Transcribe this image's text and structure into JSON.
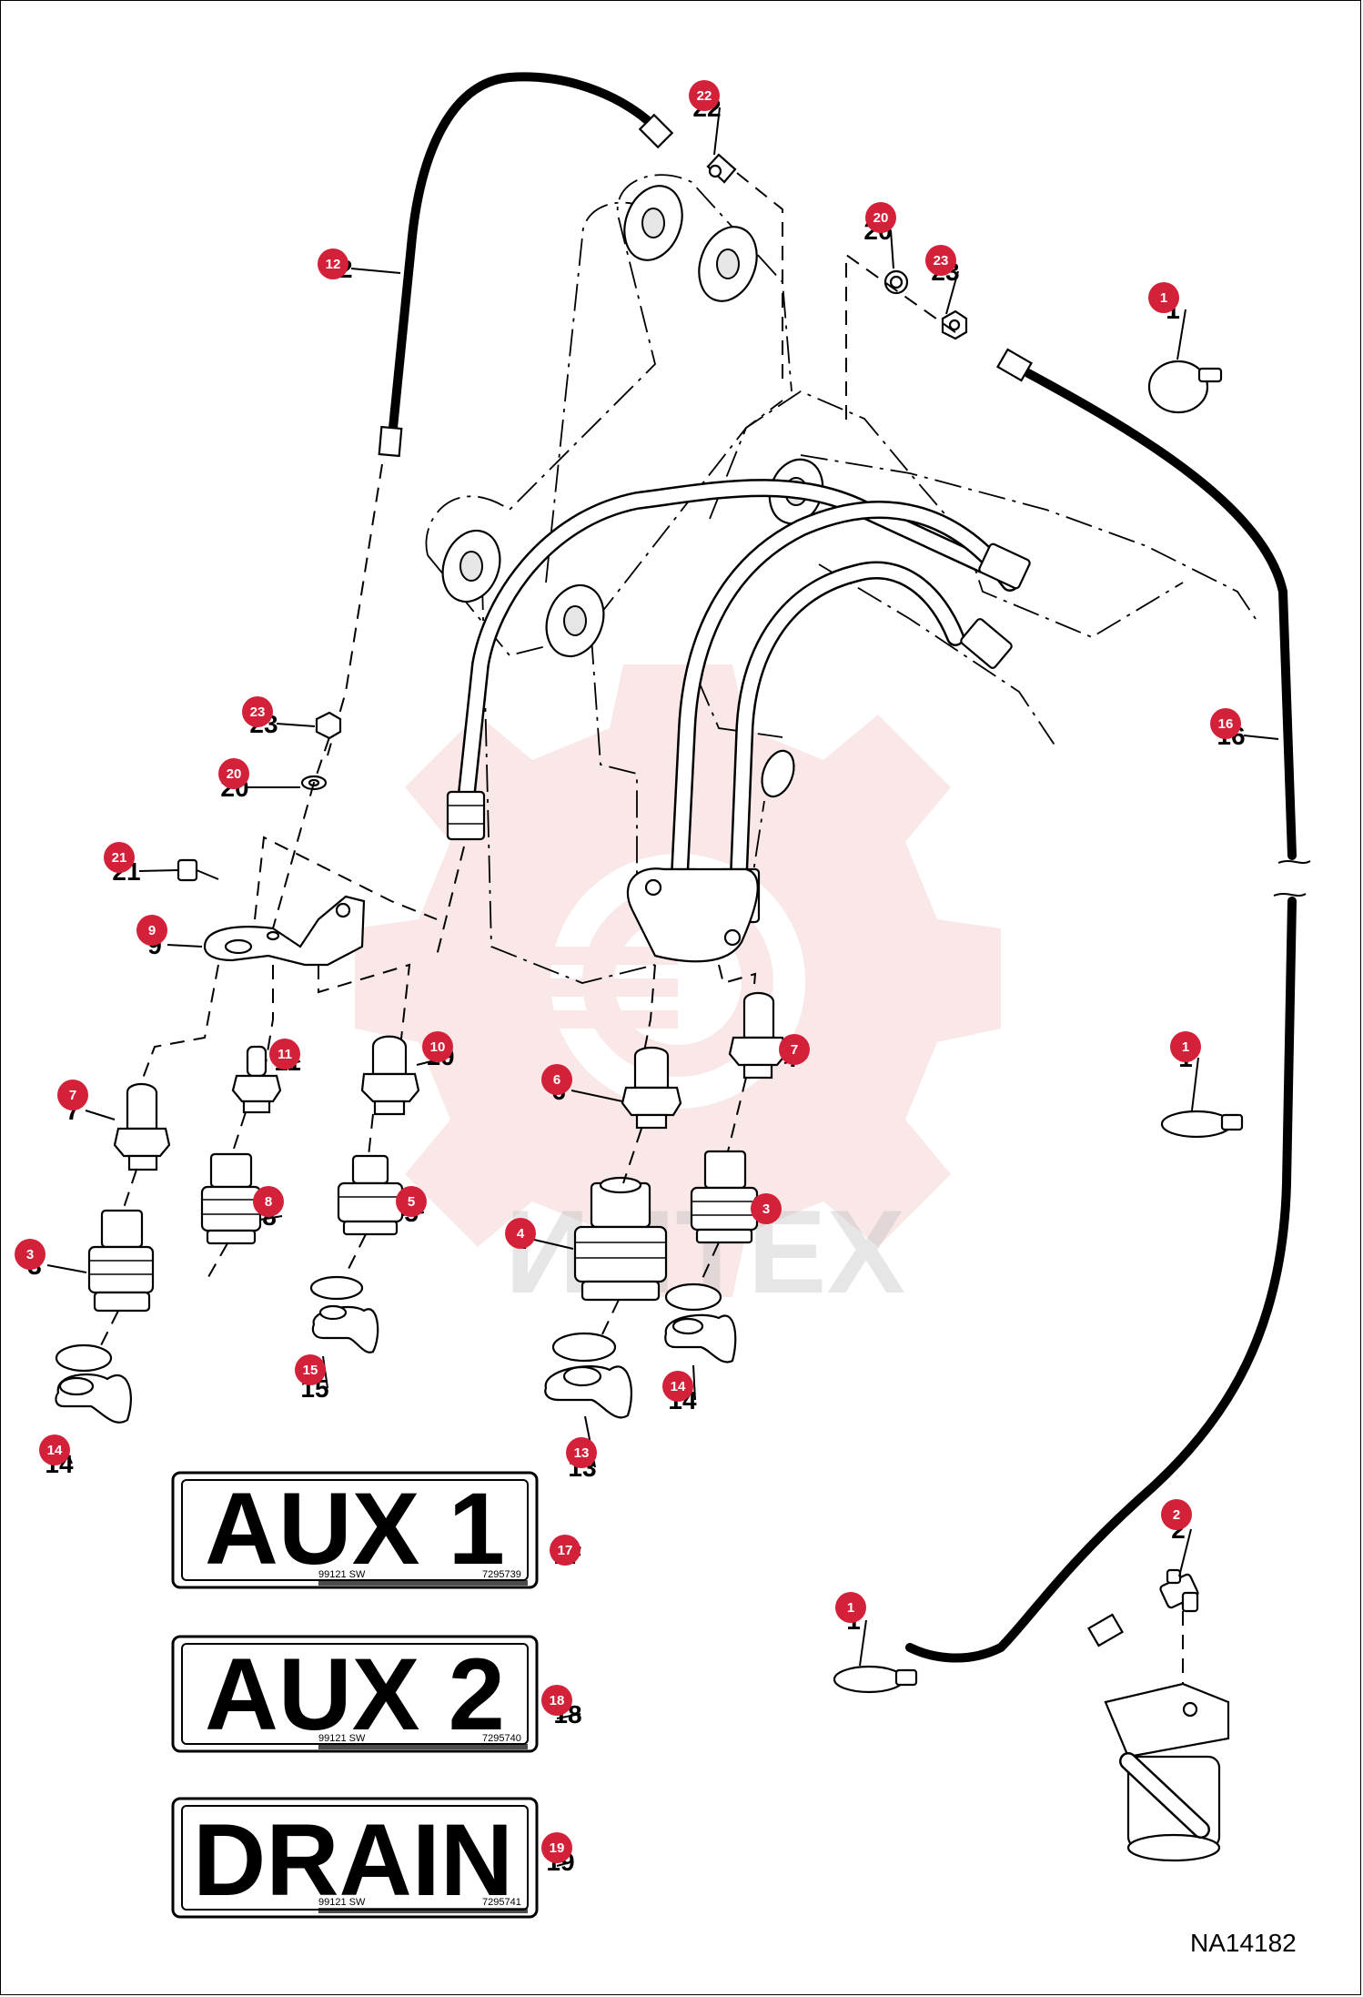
{
  "drawing_id": "NA14182",
  "watermark": "ИНТЕХ",
  "callouts": [
    {
      "number": "1",
      "badge": "1"
    },
    {
      "number": "2",
      "badge": "2"
    },
    {
      "number": "3",
      "badge": "3"
    },
    {
      "number": "4",
      "badge": "4"
    },
    {
      "number": "5",
      "badge": "5"
    },
    {
      "number": "6",
      "badge": "6"
    },
    {
      "number": "7",
      "badge": "7"
    },
    {
      "number": "8",
      "badge": "8"
    },
    {
      "number": "9",
      "badge": "9"
    },
    {
      "number": "10",
      "badge": "10"
    },
    {
      "number": "11",
      "badge": "11"
    },
    {
      "number": "12",
      "badge": "12"
    },
    {
      "number": "13",
      "badge": "13"
    },
    {
      "number": "14",
      "badge": "14"
    },
    {
      "number": "15",
      "badge": "15"
    },
    {
      "number": "16",
      "badge": "16"
    },
    {
      "number": "17",
      "badge": "17"
    },
    {
      "number": "18",
      "badge": "18"
    },
    {
      "number": "19",
      "badge": "19"
    },
    {
      "number": "20",
      "badge": "20"
    },
    {
      "number": "21",
      "badge": "21"
    },
    {
      "number": "22",
      "badge": "22"
    },
    {
      "number": "23",
      "badge": "23"
    }
  ],
  "decals": [
    {
      "title": "AUX 1",
      "code_left": "99121 SW",
      "code_right": "7295739"
    },
    {
      "title": "AUX 2",
      "code_left": "99121 SW",
      "code_right": "7295740"
    },
    {
      "title": "DRAIN",
      "code_left": "99121 SW",
      "code_right": "7295741"
    }
  ],
  "colors": {
    "badge": "#d3213a",
    "line": "#000000",
    "watermark": "#e9878b"
  }
}
